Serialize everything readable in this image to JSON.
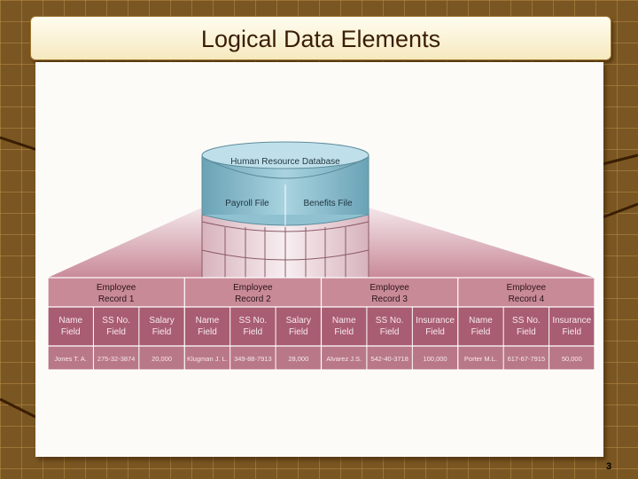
{
  "slide": {
    "title": "Logical Data Elements",
    "page_number": "3"
  },
  "diagram": {
    "database_label": "Human Resource Database",
    "files": [
      "Payroll File",
      "Benefits File"
    ],
    "records": [
      {
        "line1": "Employee",
        "line2": "Record 1",
        "fields": [
          [
            "Name",
            "Field"
          ],
          [
            "SS No.",
            "Field"
          ],
          [
            "Salary",
            "Field"
          ]
        ],
        "values": [
          "Jones  T. A.",
          "275-32-3874",
          "20,000"
        ]
      },
      {
        "line1": "Employee",
        "line2": "Record 2",
        "fields": [
          [
            "Name",
            "Field"
          ],
          [
            "SS No.",
            "Field"
          ],
          [
            "Salary",
            "Field"
          ]
        ],
        "values": [
          "Klugman  J. L.",
          "349-88-7913",
          "28,000"
        ]
      },
      {
        "line1": "Employee",
        "line2": "Record 3",
        "fields": [
          [
            "Name",
            "Field"
          ],
          [
            "SS No.",
            "Field"
          ],
          [
            "Insurance",
            "Field"
          ]
        ],
        "values": [
          "Alvarez  J.S.",
          "542-40-3718",
          "100,000"
        ]
      },
      {
        "line1": "Employee",
        "line2": "Record 4",
        "fields": [
          [
            "Name",
            "Field"
          ],
          [
            "SS No.",
            "Field"
          ],
          [
            "Insurance",
            "Field"
          ]
        ],
        "values": [
          "Porter  M.L.",
          "617-67-7915",
          "50,000"
        ]
      }
    ]
  },
  "colors": {
    "cylinder_top": "#bfe0ea",
    "cylinder_body": "#7ab4c6",
    "record_band": "#c98a98",
    "field_band": "#a95d72",
    "value_band": "#b97888",
    "fan_light": "#f3e6ea",
    "fan_dark": "#c98a98",
    "table_line": "#ffffff"
  }
}
